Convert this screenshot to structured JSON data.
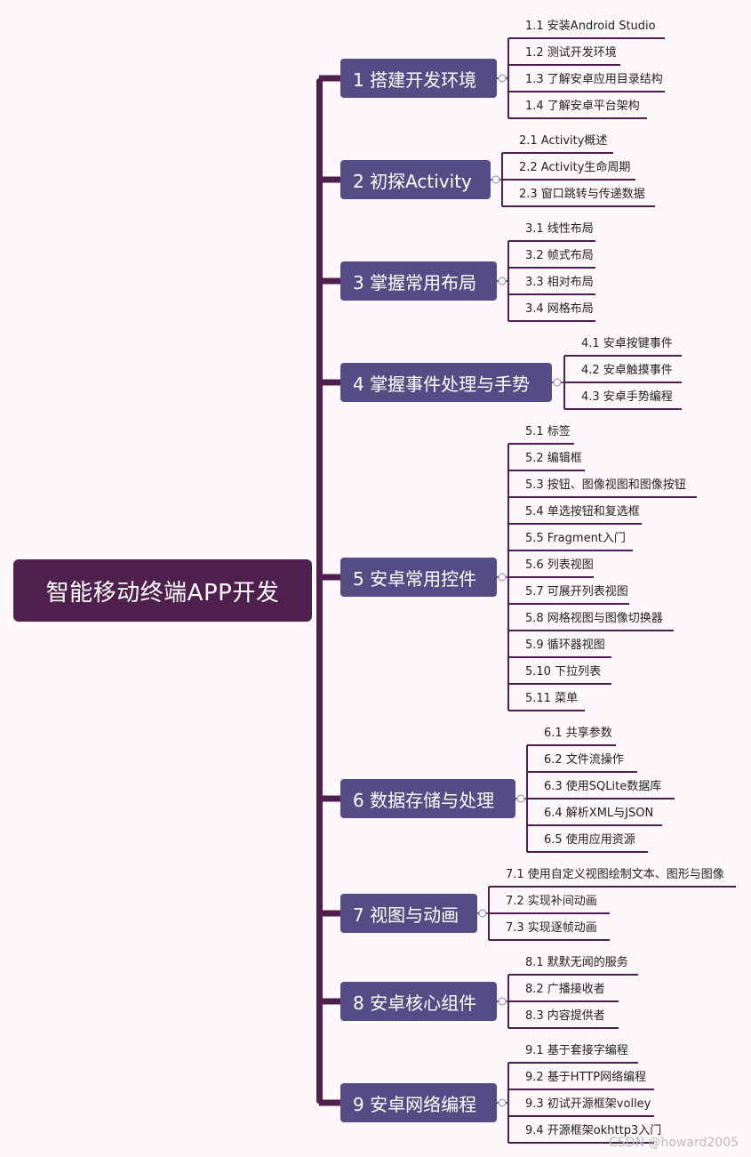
{
  "root": {
    "label": "智能移动终端APP开发"
  },
  "colors": {
    "root": "#4f1f4d",
    "branch": "#544c85",
    "leaf_line": "#4f1f4d",
    "background": "#fcf8fc"
  },
  "branches": [
    {
      "label": "1 搭建开发环境",
      "leaves": [
        "1.1  安装Android Studio",
        "1.2  测试开发环境",
        "1.3  了解安卓应用目录结构",
        "1.4  了解安卓平台架构"
      ]
    },
    {
      "label": "2 初探Activity",
      "leaves": [
        "2.1  Activity概述",
        "2.2  Activity生命周期",
        "2.3  窗口跳转与传递数据"
      ]
    },
    {
      "label": "3 掌握常用布局",
      "leaves": [
        "3.1  线性布局",
        "3.2  帧式布局",
        "3.3  相对布局",
        "3.4  网格布局"
      ]
    },
    {
      "label": "4 掌握事件处理与手势",
      "leaves": [
        "4.1  安卓按键事件",
        "4.2  安卓触摸事件",
        "4.3  安卓手势编程"
      ]
    },
    {
      "label": "5 安卓常用控件",
      "leaves": [
        "5.1  标签",
        "5.2  编辑框",
        "5.3  按钮、图像视图和图像按钮",
        "5.4  单选按钮和复选框",
        "5.5  Fragment入门",
        "5.6  列表视图",
        "5.7  可展开列表视图",
        "5.8  网格视图与图像切换器",
        "5.9  循环器视图",
        "5.10  下拉列表",
        "5.11  菜单"
      ]
    },
    {
      "label": "6 数据存储与处理",
      "leaves": [
        "6.1  共享参数",
        "6.2  文件流操作",
        "6.3  使用SQLite数据库",
        "6.4  解析XML与JSON",
        "6.5  使用应用资源"
      ]
    },
    {
      "label": "7 视图与动画",
      "leaves": [
        "7.1  使用自定义视图绘制文本、图形与图像",
        "7.2  实现补间动画",
        "7.3  实现逐帧动画"
      ]
    },
    {
      "label": "8 安卓核心组件",
      "leaves": [
        "8.1  默默无闻的服务",
        "8.2  广播接收者",
        "8.3  内容提供者"
      ]
    },
    {
      "label": "9 安卓网络编程",
      "leaves": [
        "9.1  基于套接字编程",
        "9.2  基于HTTP网络编程",
        "9.3  初试开源框架volley",
        "9.4  开源框架okhttp3入门"
      ]
    }
  ],
  "watermark": "CSDN @howard2005"
}
